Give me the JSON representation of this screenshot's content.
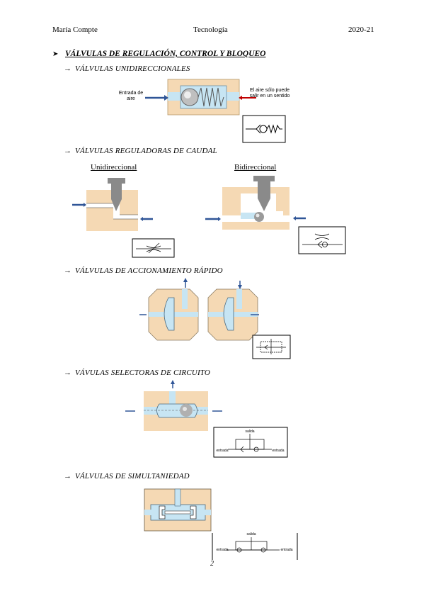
{
  "header": {
    "left": "María Compte",
    "center": "Tecnología",
    "right": "2020-21"
  },
  "section": {
    "bullet": "➤",
    "title": "VÁLVULAS DE REGULACIÓN, CONTROL Y BLOQUEO"
  },
  "subsections": {
    "unidireccionales": {
      "arrow": "→",
      "title": "VÁLVULAS UNIDIRECCIONALES",
      "label_left": "Entrada de aire",
      "label_right": "El aire sólo puede salir en un sentido"
    },
    "caudal": {
      "arrow": "→",
      "title": "VÁLVULAS REGULADORAS DE CAUDAL",
      "uni": "Unidireccional",
      "bi": "Bidireccional"
    },
    "rapido": {
      "arrow": "→",
      "title": "VÁLVULAS DE ACCIONAMIENTO RÁPIDO"
    },
    "selectoras": {
      "arrow": "→",
      "title": "VÁVULAS SELECTORAS DE CIRCUITO",
      "sym_top": "salida",
      "sym_left": "entrada",
      "sym_right": "entrada"
    },
    "simultaneidad": {
      "arrow": "→",
      "title": "VÁLVULAS DE SIMULTANIEDAD",
      "sym_top": "salida",
      "sym_left": "entrada",
      "sym_right": "entrada"
    }
  },
  "footer": {
    "page": "2"
  },
  "colors": {
    "beige": "#f5d9b4",
    "lightblue": "#c7e5f3",
    "gray": "#8a8a8a",
    "blue": "#2f5597",
    "red": "#c00000"
  }
}
